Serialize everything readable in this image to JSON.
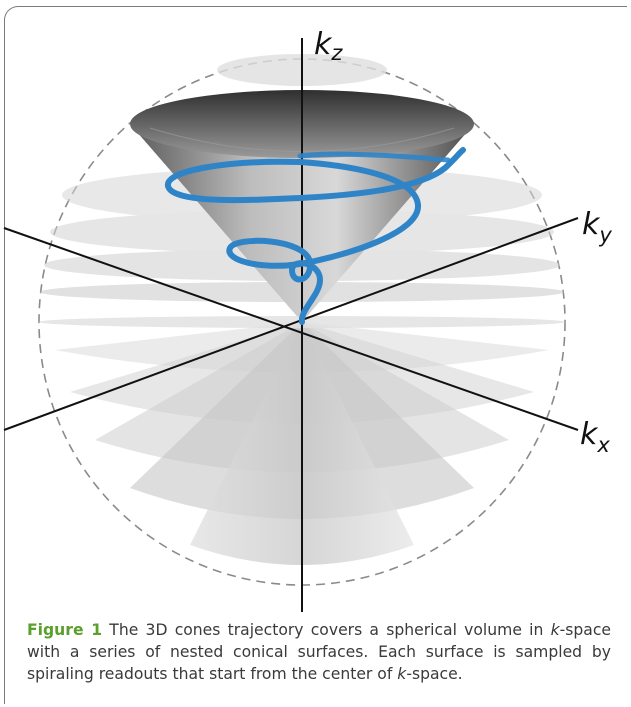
{
  "figure": {
    "axes": {
      "kz": {
        "main": "k",
        "sub": "z"
      },
      "ky": {
        "main": "k",
        "sub": "y"
      },
      "kx": {
        "main": "k",
        "sub": "x"
      }
    },
    "caption": {
      "label": "Figure 1",
      "text_1": " The 3D cones trajectory covers a spherical volume in ",
      "k_1": "k",
      "text_2": "-space with a series of nested conical surfaces. Each surface is sampled by spiraling readouts that start from the center of ",
      "k_2": "k",
      "text_3": "-space."
    },
    "colors": {
      "trajectory": "#2f84c8",
      "cone_dark": "#3d3d3d",
      "sphere_outline": "#8a8a8a"
    }
  }
}
